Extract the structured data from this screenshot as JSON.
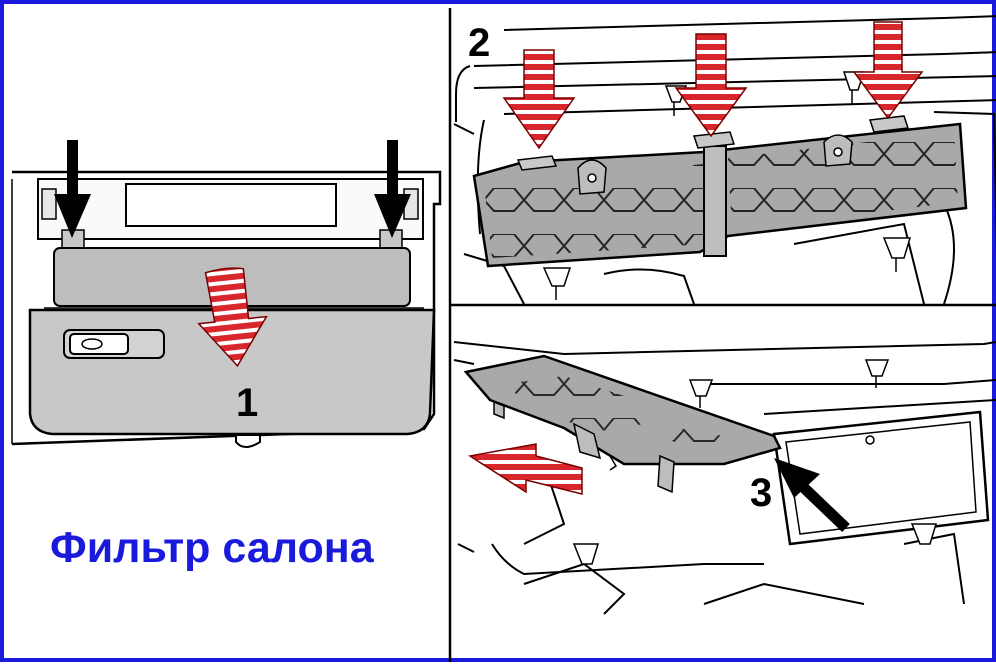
{
  "caption": "Фильтр салона",
  "steps": {
    "step1": "1",
    "step2": "2",
    "step3": "3"
  },
  "colors": {
    "frame": "#1a1adc",
    "caption": "#1a1adc",
    "arrow_red": "#d8262d",
    "arrow_black": "#000000",
    "panel_fill": "#c8c8c8"
  }
}
